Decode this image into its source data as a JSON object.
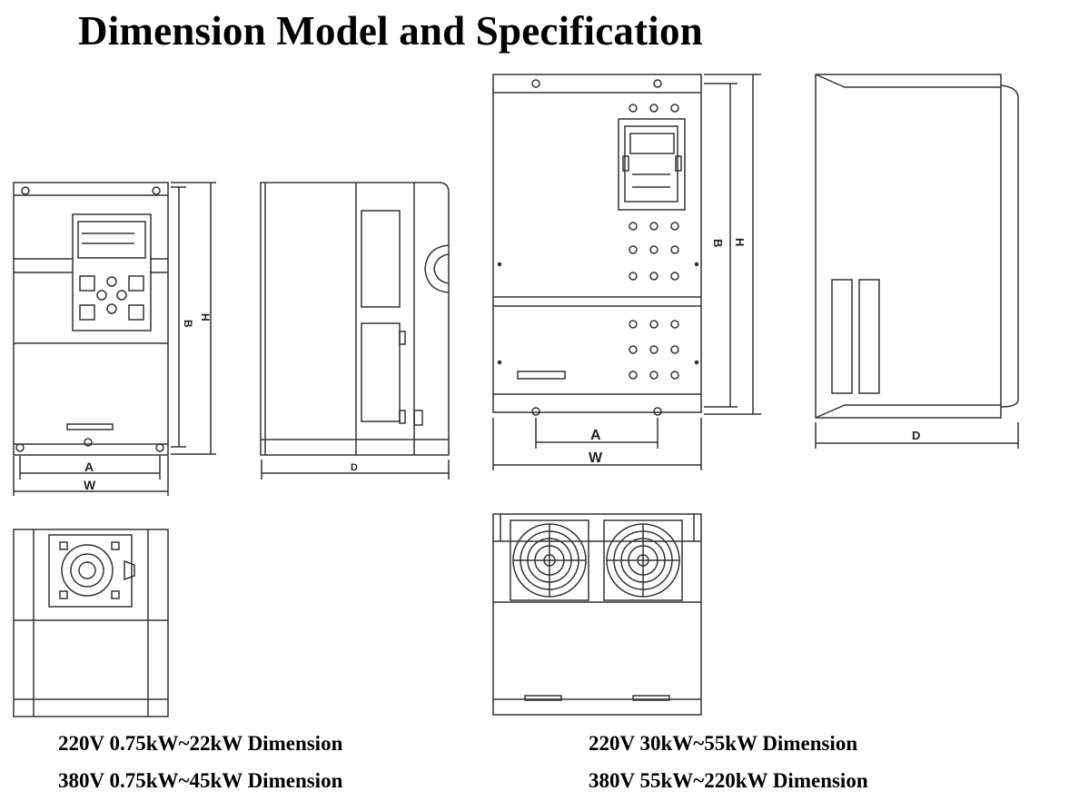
{
  "title": "Dimension Model and Specification",
  "captions": {
    "small_line1": "220V 0.75kW~22kW Dimension",
    "small_line2": "380V 0.75kW~45kW Dimension",
    "large_line1": "220V 30kW~55kW Dimension",
    "large_line2": "380V 55kW~220kW Dimension"
  },
  "dimension_labels": {
    "a": "A",
    "b": "B",
    "h": "H",
    "w": "W",
    "d": "D"
  }
}
